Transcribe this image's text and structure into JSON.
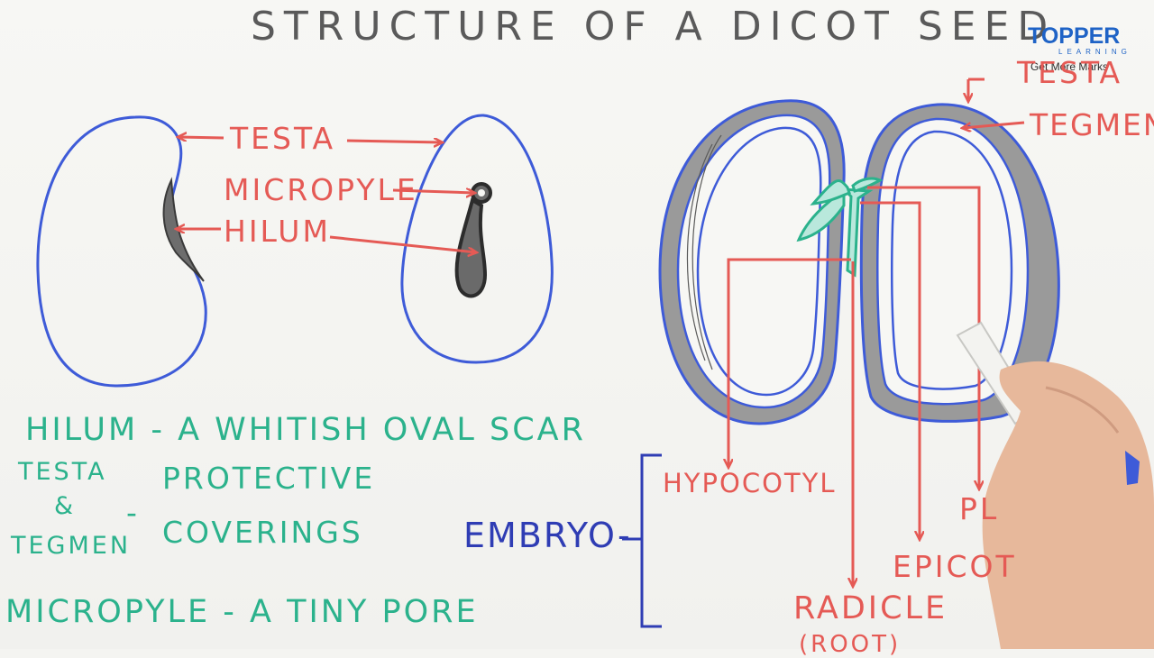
{
  "title": "STRUCTURE OF A DICOT SEED",
  "brand": {
    "name": "TOPPER",
    "sub": "LEARNING",
    "tagline": "Get More Marks"
  },
  "left_labels": {
    "testa": "TESTA",
    "micropyle": "MICROPYLE",
    "hilum": "HILUM"
  },
  "right_labels": {
    "testa": "TESTA",
    "tegmen": "TEGMEN",
    "hypocotyl": "HYPOCOTYL",
    "plumule_partial": "PL",
    "epicotyl_partial": "EPICOT",
    "radicle": "RADICLE",
    "root_note": "(ROOT)"
  },
  "notes": {
    "hilum": "HILUM - A WHITISH OVAL SCAR",
    "testa": "TESTA",
    "and": "&",
    "tegmen": "TEGMEN",
    "dash": "-",
    "protective": "PROTECTIVE",
    "coverings": "COVERINGS",
    "micropyle": "MICROPYLE - A TINY PORE"
  },
  "embryo": {
    "label": "EMBRYO-"
  },
  "colors": {
    "outline": "#3e5bd8",
    "label_red": "#e55a55",
    "note_green": "#2bb28c",
    "embryo_blue": "#2f3db4",
    "seed_fill": "#8c8c8c"
  }
}
